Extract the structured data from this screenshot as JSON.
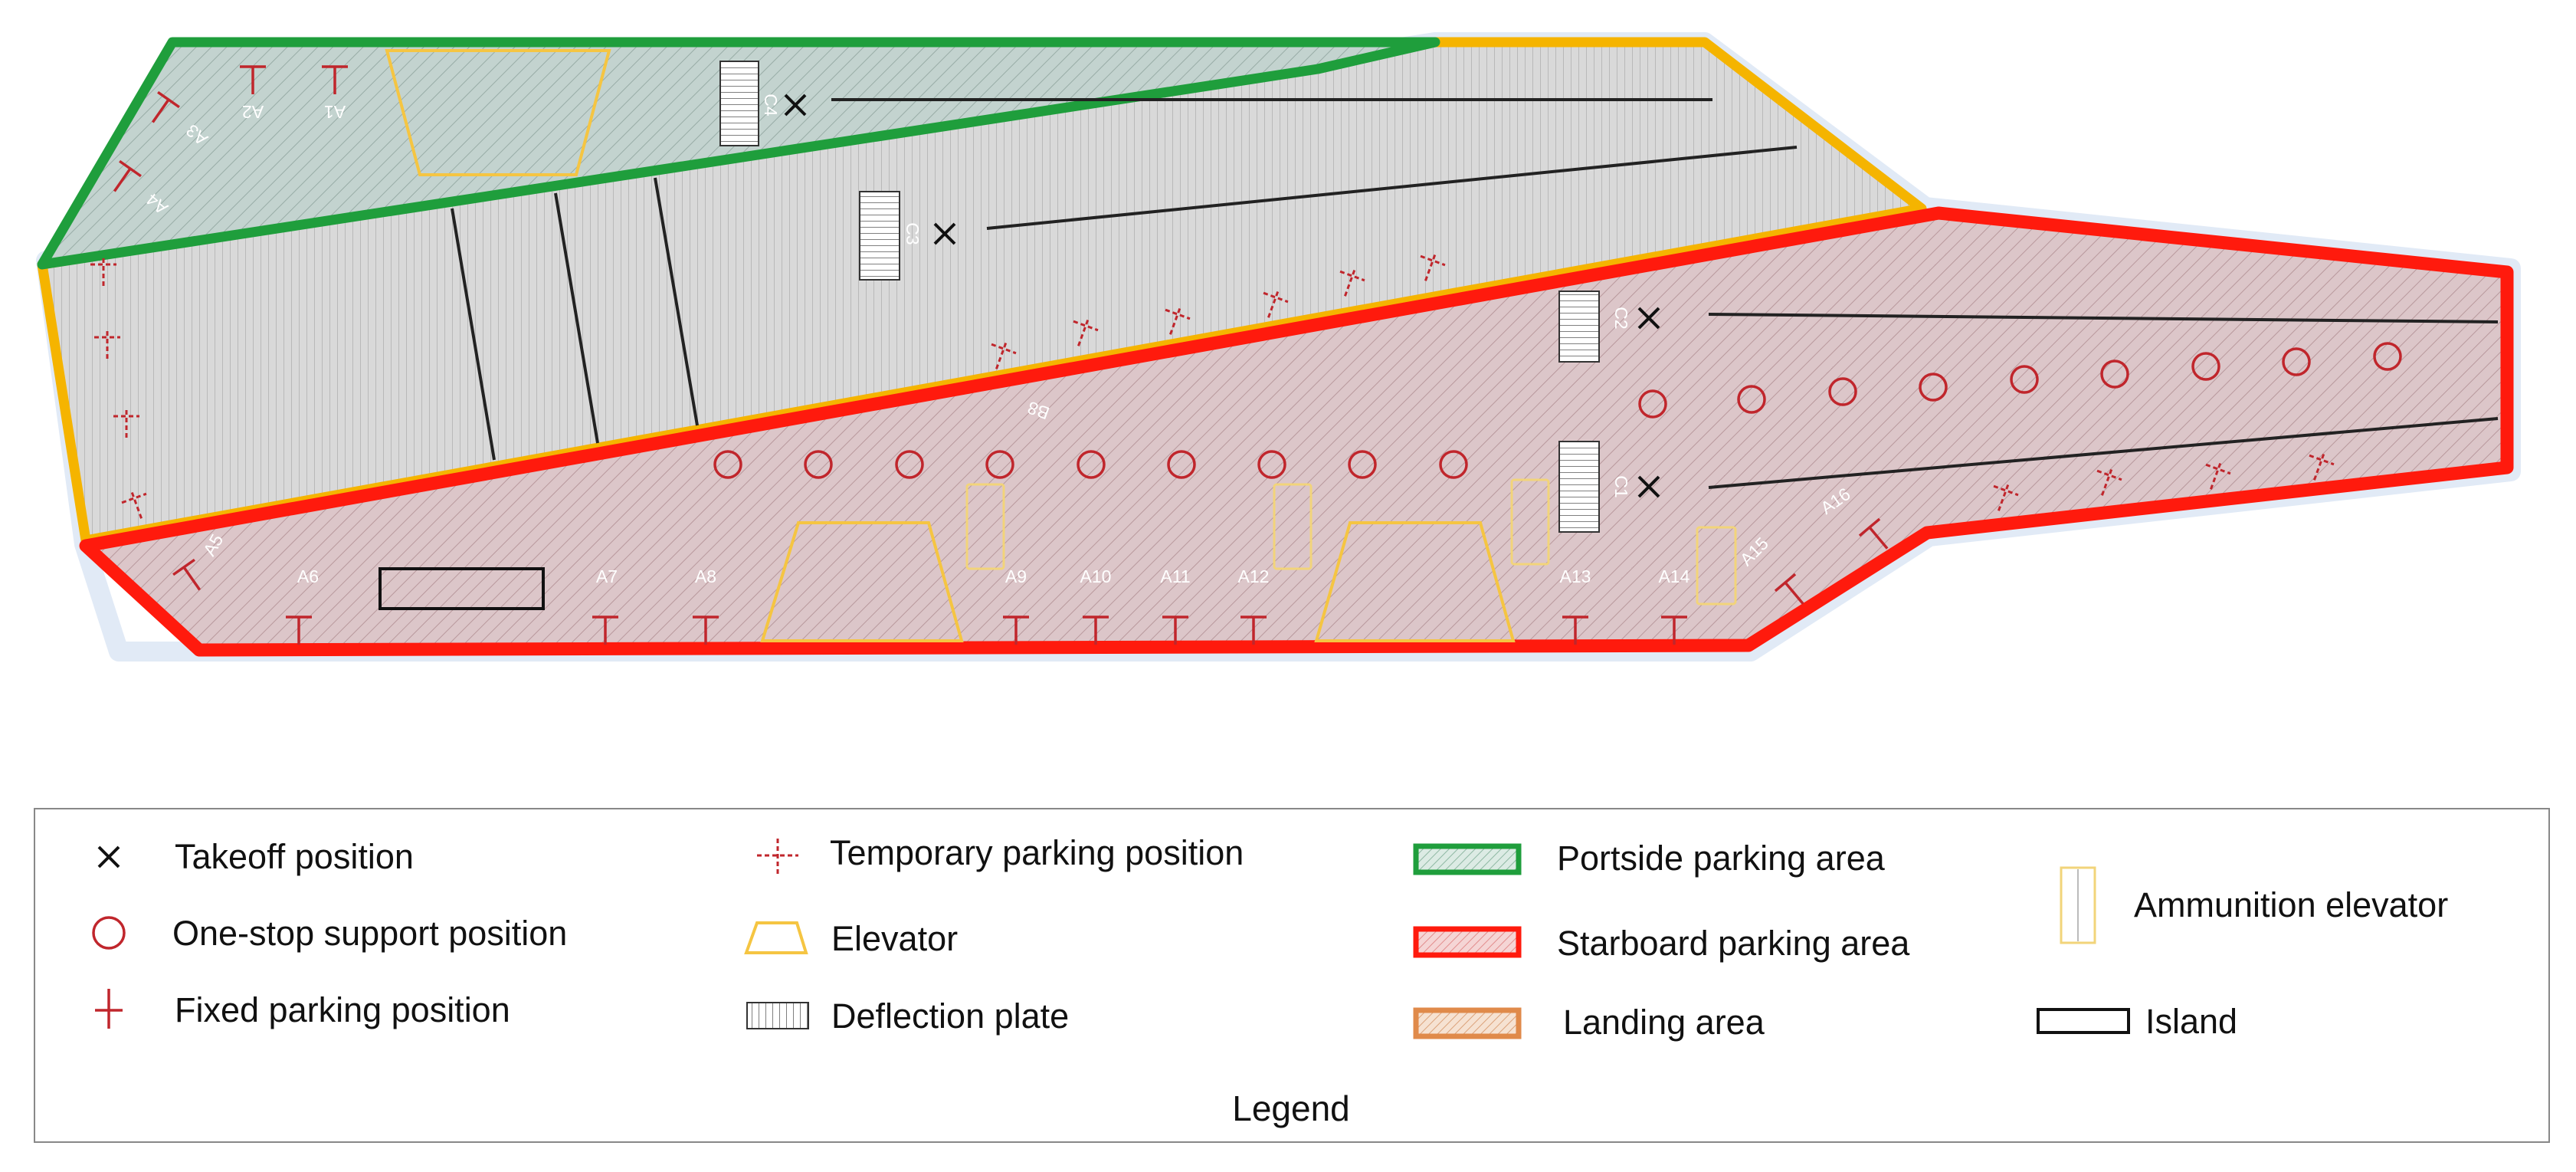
{
  "diagram": {
    "fixed_positions": [
      "A1",
      "A2",
      "A3",
      "A4",
      "A5",
      "A6",
      "A7",
      "A8",
      "A9",
      "A10",
      "A11",
      "A12",
      "A13",
      "A14",
      "A15",
      "A16"
    ],
    "takeoff_positions": [
      "C1",
      "C2",
      "C3",
      "C4"
    ],
    "temporary_positions_visible": [
      "B8"
    ]
  },
  "legend": {
    "title": "Legend",
    "items": {
      "takeoff": "Takeoff position",
      "one_stop": "One-stop support position",
      "fixed": "Fixed parking position",
      "temporary": "Temporary parking position",
      "elevator": "Elevator",
      "deflection": "Deflection plate",
      "portside": "Portside parking area",
      "starboard": "Starboard parking area",
      "landing": "Landing area",
      "ammo": "Ammunition elevator",
      "island": "Island"
    }
  },
  "colors": {
    "portside": "#1f9e3c",
    "starboard": "#ff1a0d",
    "landing": "#f5b400",
    "landing_legend": "#e08a4a",
    "elevator": "#f5c542",
    "ammo": "#f2d47a",
    "marker": "#c0262c",
    "deck_gray": "#d5d5d5"
  }
}
